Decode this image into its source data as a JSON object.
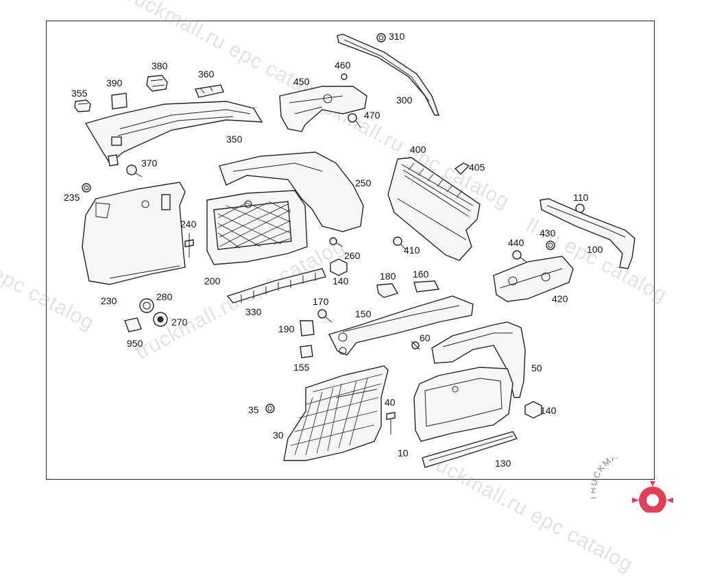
{
  "diagram": {
    "callouts": {
      "c355": "355",
      "c390": "390",
      "c380": "380",
      "c360": "360",
      "c350": "350",
      "c370": "370",
      "c450": "450",
      "c460": "460",
      "c470": "470",
      "c310": "310",
      "c300": "300",
      "c235": "235",
      "c240": "240",
      "c230": "230",
      "c250": "250",
      "c200": "200",
      "c260": "260",
      "c140a": "140",
      "c400": "400",
      "c405": "405",
      "c410": "410",
      "c110": "110",
      "c430": "430",
      "c440": "440",
      "c100": "100",
      "c420": "420",
      "c180": "180",
      "c160": "160",
      "c170": "170",
      "c330": "330",
      "c150": "150",
      "c190": "190",
      "c280": "280",
      "c270": "270",
      "c950": "950",
      "c155": "155",
      "c60": "60",
      "c50": "50",
      "c35": "35",
      "c40": "40",
      "c30": "30",
      "c10": "10",
      "c140b": "140",
      "c130": "130"
    },
    "watermark": "truckmall.ru epc catalog",
    "watermark_alt": "ll.ru epc catalog",
    "watermark_edge": "epc catalog",
    "logo": {
      "text": "TRUCKMALLPARTS",
      "primary_color": "#e0405a",
      "secondary_color": "#8a8a8a"
    }
  }
}
